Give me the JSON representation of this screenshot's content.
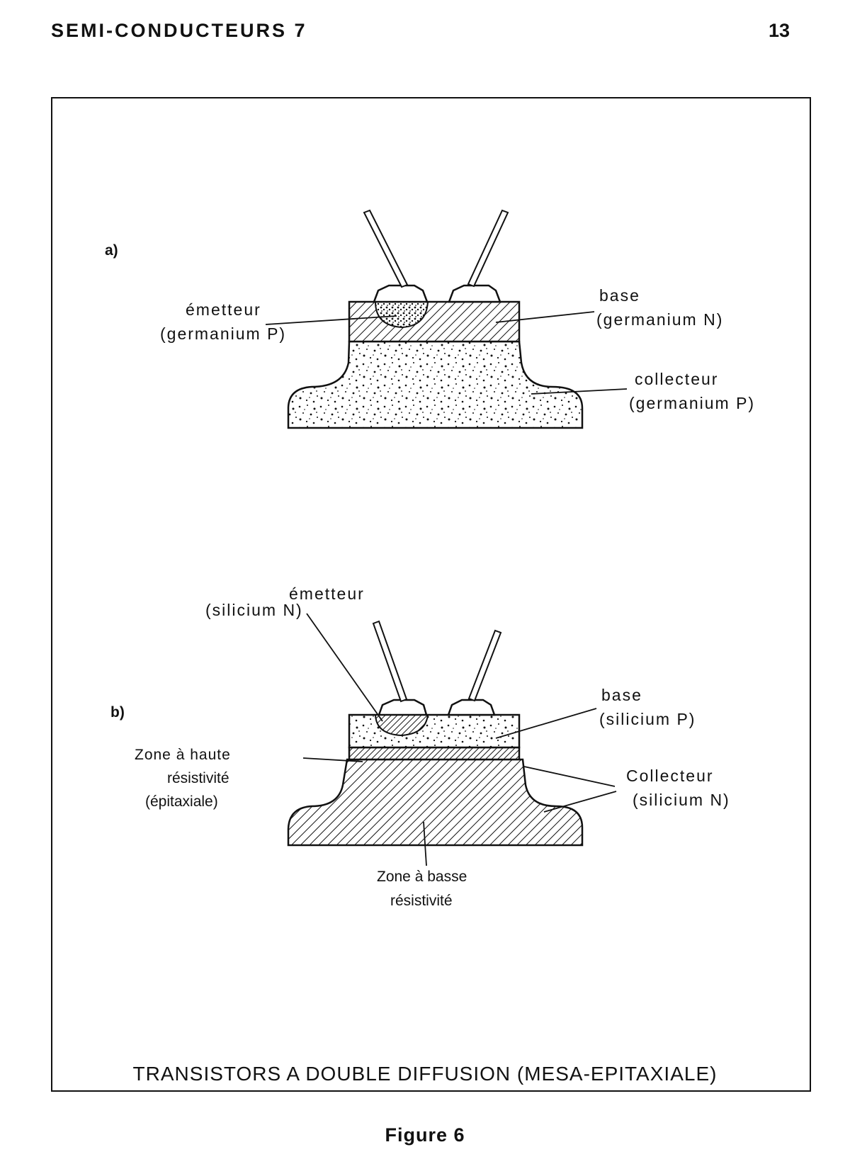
{
  "header": {
    "title": "SEMI-CONDUCTEURS 7",
    "page_number": "13"
  },
  "figure": {
    "caption": "TRANSISTORS A DOUBLE DIFFUSION (MESA-EPITAXIALE)",
    "label": "Figure 6",
    "part_a": {
      "label": "a)",
      "emitter": [
        "émetteur",
        "(germanium P)"
      ],
      "base": [
        "base",
        "(germanium N)"
      ],
      "collector": [
        "collecteur",
        "(germanium P)"
      ]
    },
    "part_b": {
      "label": "b)",
      "emitter": [
        "émetteur",
        "(silicium N)"
      ],
      "base": [
        "base",
        "(silicium P)"
      ],
      "high_res_zone": [
        "Zone à haute",
        "résistivité",
        "(épitaxiale)"
      ],
      "collector": [
        "Collecteur",
        "(silicium N)"
      ],
      "low_res_zone": [
        "Zone à basse",
        "résistivité"
      ]
    }
  }
}
